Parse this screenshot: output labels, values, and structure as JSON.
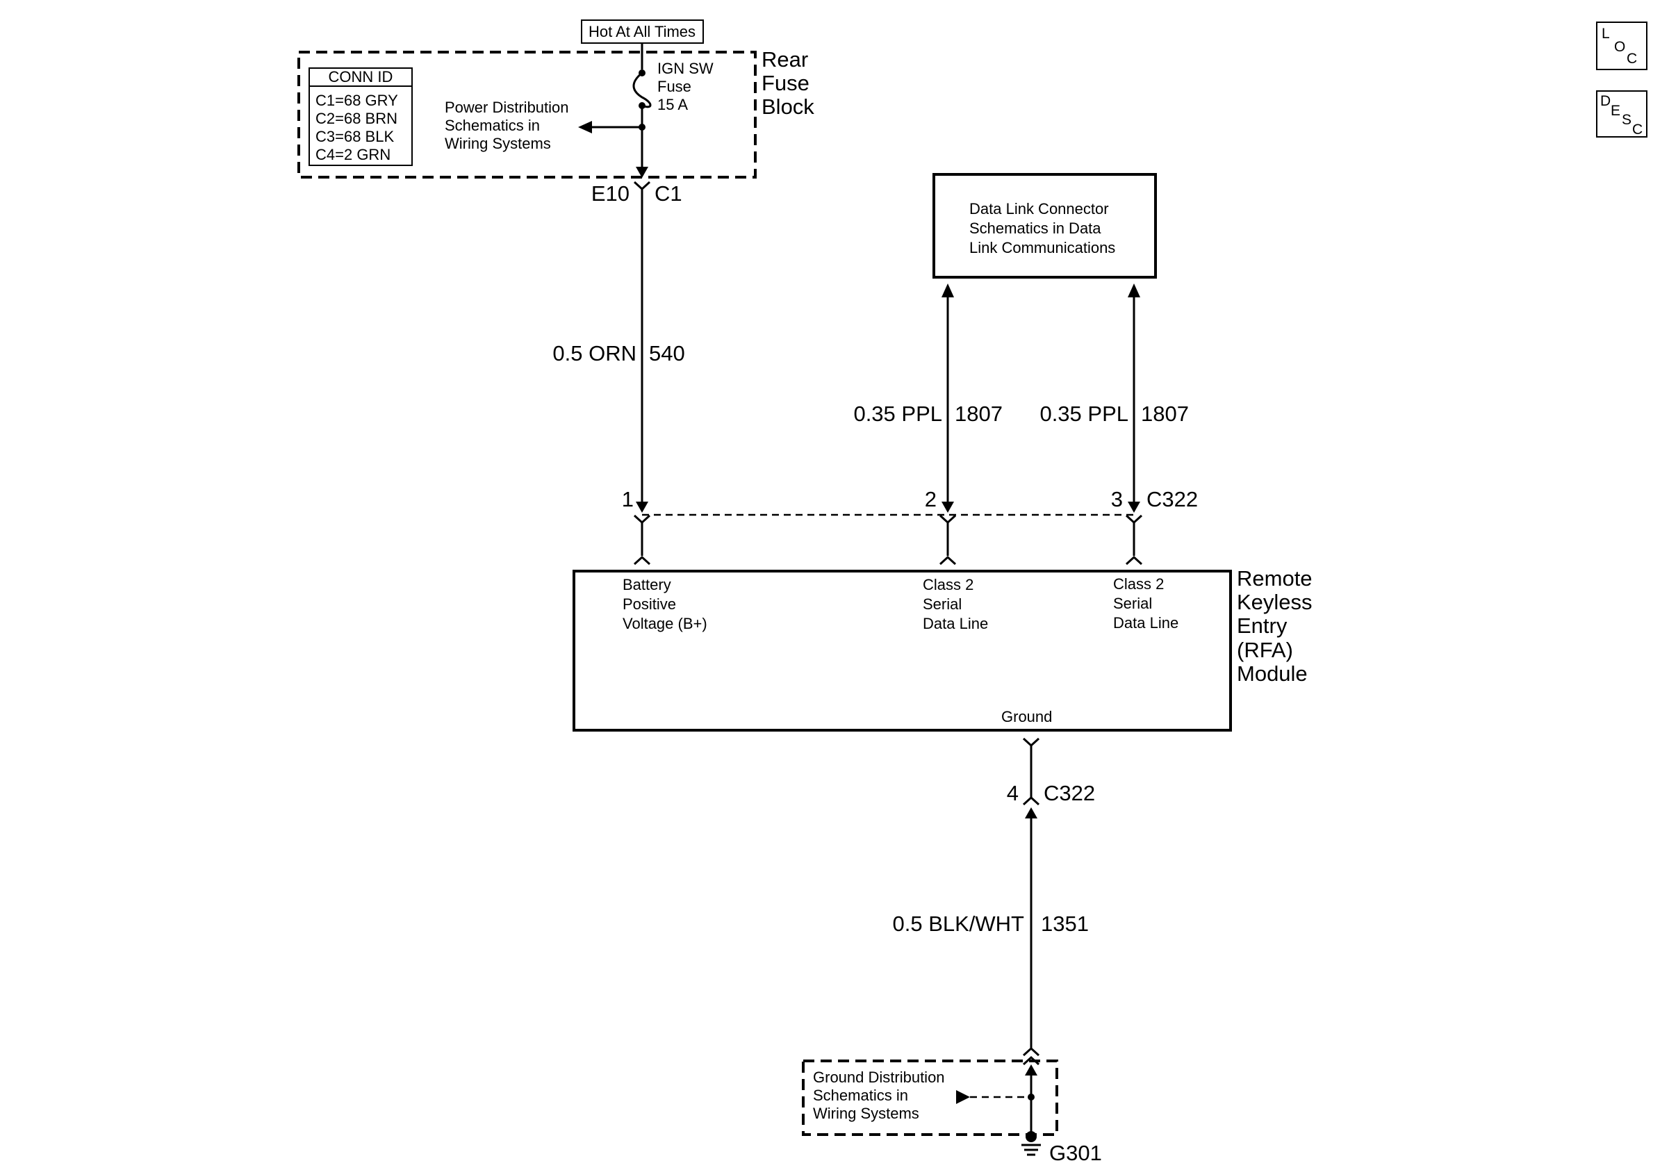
{
  "icons": {
    "loc": {
      "name": "loc-icon",
      "l1": "L",
      "l2": "O",
      "l3": "C"
    },
    "desc": {
      "name": "desc-icon",
      "l1": "D",
      "l2": "E",
      "l3": "S",
      "l4": "C"
    }
  },
  "power": {
    "hot_label": "Hot At All Times",
    "fuse_block_label": [
      "Rear",
      "Fuse",
      "Block"
    ],
    "fuse_label": [
      "IGN SW",
      "Fuse",
      "15 A"
    ],
    "power_dist_ref": [
      "Power Distribution",
      "Schematics in",
      "Wiring Systems"
    ],
    "conn_id": {
      "title": "CONN ID",
      "rows": [
        "C1=68 GRY",
        "C2=68 BRN",
        "C3=68 BLK",
        "C4=2 GRN"
      ]
    },
    "connector_left": "E10",
    "connector_right": "C1"
  },
  "dlc": {
    "label": [
      "Data Link Connector",
      "Schematics in Data",
      "Link Communications"
    ]
  },
  "wires": {
    "power_wire": {
      "size_color": "0.5 ORN",
      "circuit": "540"
    },
    "data_wire_a": {
      "size_color": "0.35 PPL",
      "circuit": "1807"
    },
    "data_wire_b": {
      "size_color": "0.35 PPL",
      "circuit": "1807"
    },
    "ground_wire": {
      "size_color": "0.5 BLK/WHT",
      "circuit": "1351"
    }
  },
  "connector_c322": {
    "pins_top": [
      "1",
      "2",
      "3"
    ],
    "name_top": "C322",
    "pin_bottom": "4",
    "name_bottom": "C322"
  },
  "module": {
    "name": [
      "Remote",
      "Keyless",
      "Entry",
      "(RFA)",
      "Module"
    ],
    "pin_labels": {
      "battery": [
        "Battery",
        "Positive",
        "Voltage (B+)"
      ],
      "class2_a": [
        "Class 2",
        "Serial",
        "Data Line"
      ],
      "class2_b": [
        "Class 2",
        "Serial",
        "Data Line"
      ],
      "ground": "Ground"
    }
  },
  "ground": {
    "ref": [
      "Ground Distribution",
      "Schematics in",
      "Wiring Systems"
    ],
    "point": "G301"
  }
}
